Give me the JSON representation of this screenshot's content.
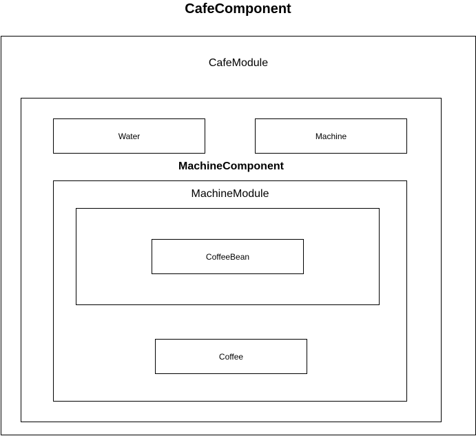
{
  "diagram": {
    "cafe_component": {
      "title": "CafeComponent"
    },
    "cafe_module": {
      "label": "CafeModule"
    },
    "inner_cafe_box": {
      "water": {
        "label": "Water"
      },
      "machine": {
        "label": "Machine"
      },
      "machine_component": {
        "title": "MachineComponent"
      },
      "machine_module": {
        "label": "MachineModule",
        "coffee_bean": {
          "label": "CoffeeBean"
        },
        "coffee": {
          "label": "Coffee"
        }
      }
    }
  }
}
